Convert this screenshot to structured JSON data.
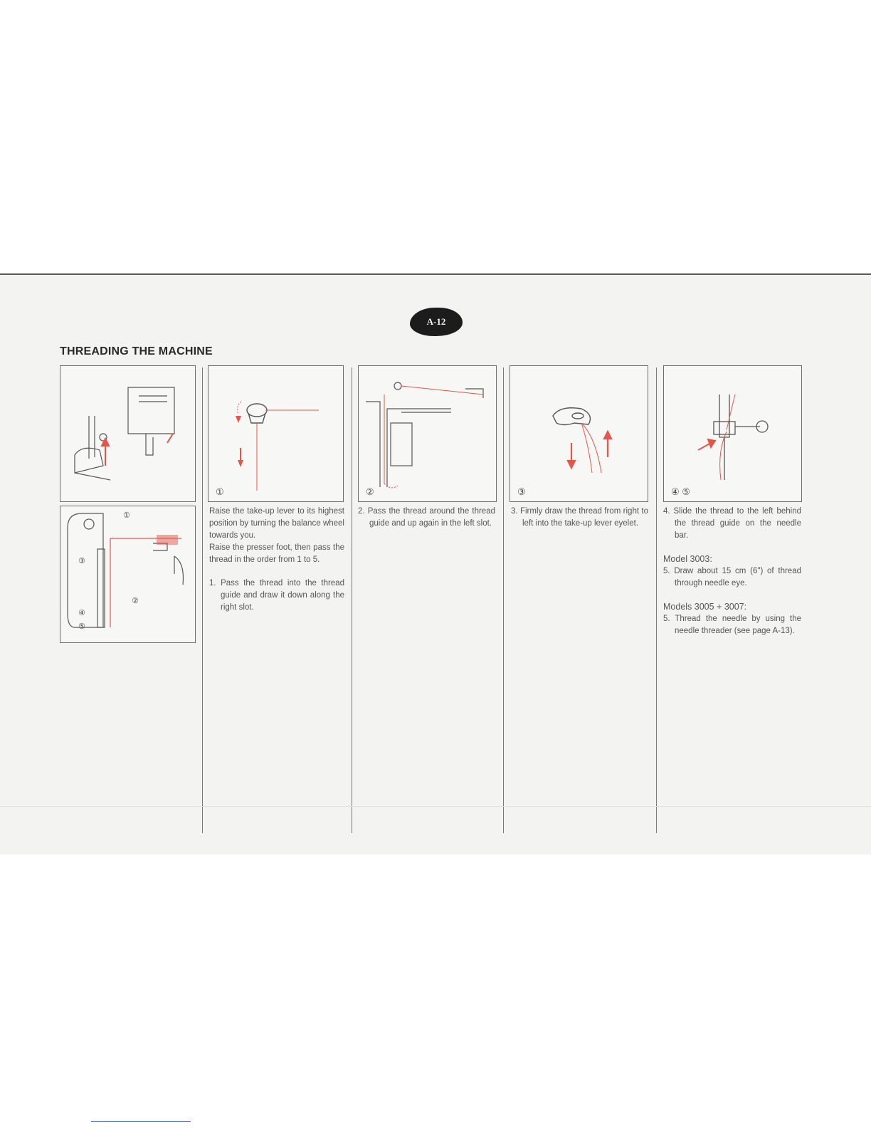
{
  "page": {
    "badge": "A-12",
    "title": "THREADING THE MACHINE"
  },
  "figures": {
    "f1_label": "①",
    "f2_label": "②",
    "f3_label": "③",
    "f4_label": "④ ⑤",
    "callouts": [
      "①",
      "②",
      "③",
      "④",
      "⑤"
    ]
  },
  "col1": {
    "intro1": "Raise the take-up lever to its highest position by turning the balance wheel towards you.",
    "intro2": "Raise the presser foot, then pass the thread in the order from 1 to 5.",
    "step1": "1. Pass the thread into the thread guide and draw it down along the right slot."
  },
  "col2": {
    "step2": "2. Pass the thread around the thread guide and up again in the left slot."
  },
  "col3": {
    "step3": "3. Firmly draw the thread from right to left into the take-up lever eyelet."
  },
  "col4": {
    "step4": "4. Slide the thread to the left behind the thread guide on the needle bar.",
    "model3003": "Model 3003:",
    "step5a": "5. Draw about 15 cm (6\") of thread through needle eye.",
    "models": "Models 3005 + 3007:",
    "step5b": "5. Thread the needle by using the needle threader (see page A-13)."
  },
  "colors": {
    "thread": "#e2574a",
    "line": "#555555"
  }
}
